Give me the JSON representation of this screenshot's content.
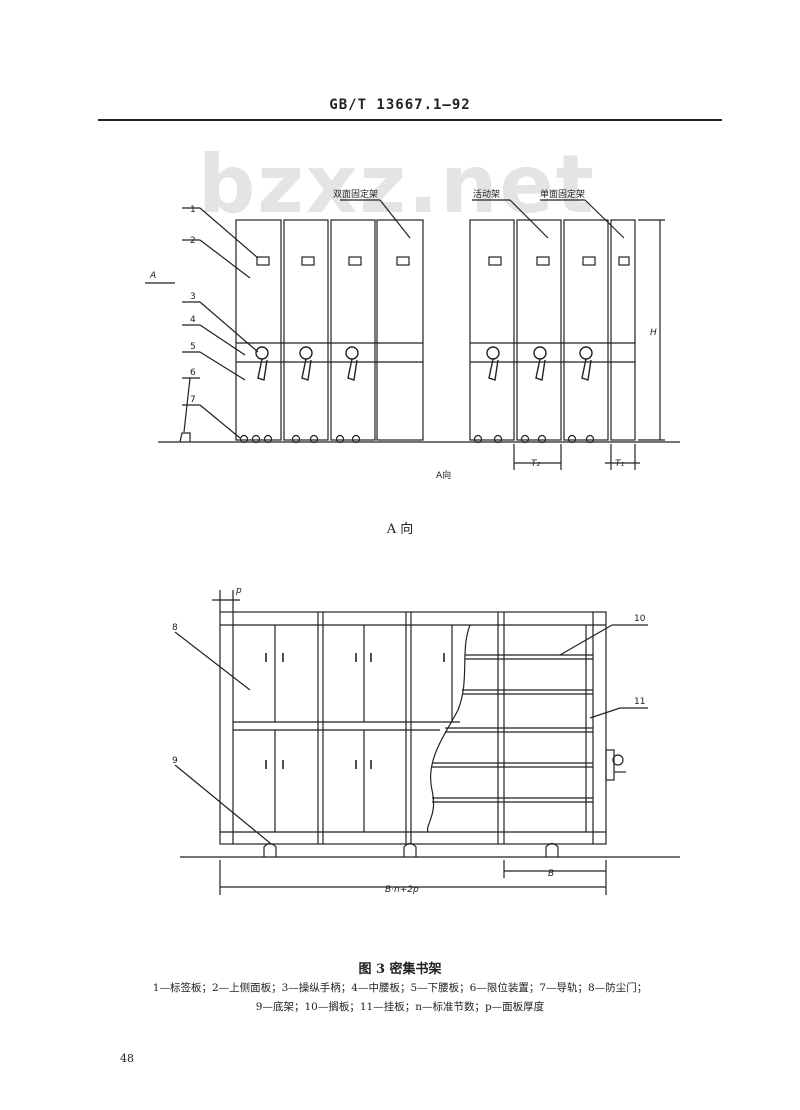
{
  "header": {
    "standard_code": "GB/T 13667.1—92"
  },
  "watermark": "bzxz.net",
  "figure_top": {
    "labels": {
      "double_fixed": "双面固定架",
      "movable": "活动架",
      "single_fixed": "单面固定架",
      "a_arrow": "A",
      "height": "H",
      "t2": "T₂",
      "t1": "T₁",
      "a_direction_small": "A向"
    },
    "numbers": [
      "1",
      "2",
      "3",
      "4",
      "5",
      "6",
      "7"
    ],
    "caption": "A 向"
  },
  "figure_bottom": {
    "labels": {
      "p": "p",
      "total_width": "B·n+2p",
      "b": "B"
    },
    "numbers": [
      "8",
      "9",
      "10",
      "11"
    ]
  },
  "caption": {
    "figure_title": "图 3   密集书架",
    "legend_line1": "1—标签板；2—上侧面板；3—操纵手柄；4—中腰板；5—下腰板；6—限位装置；7—导轨；8—防尘门；",
    "legend_line2": "9—底架；10—搁板；11—挂板；n—标准节数；p—面板厚度"
  },
  "page_number": "48"
}
